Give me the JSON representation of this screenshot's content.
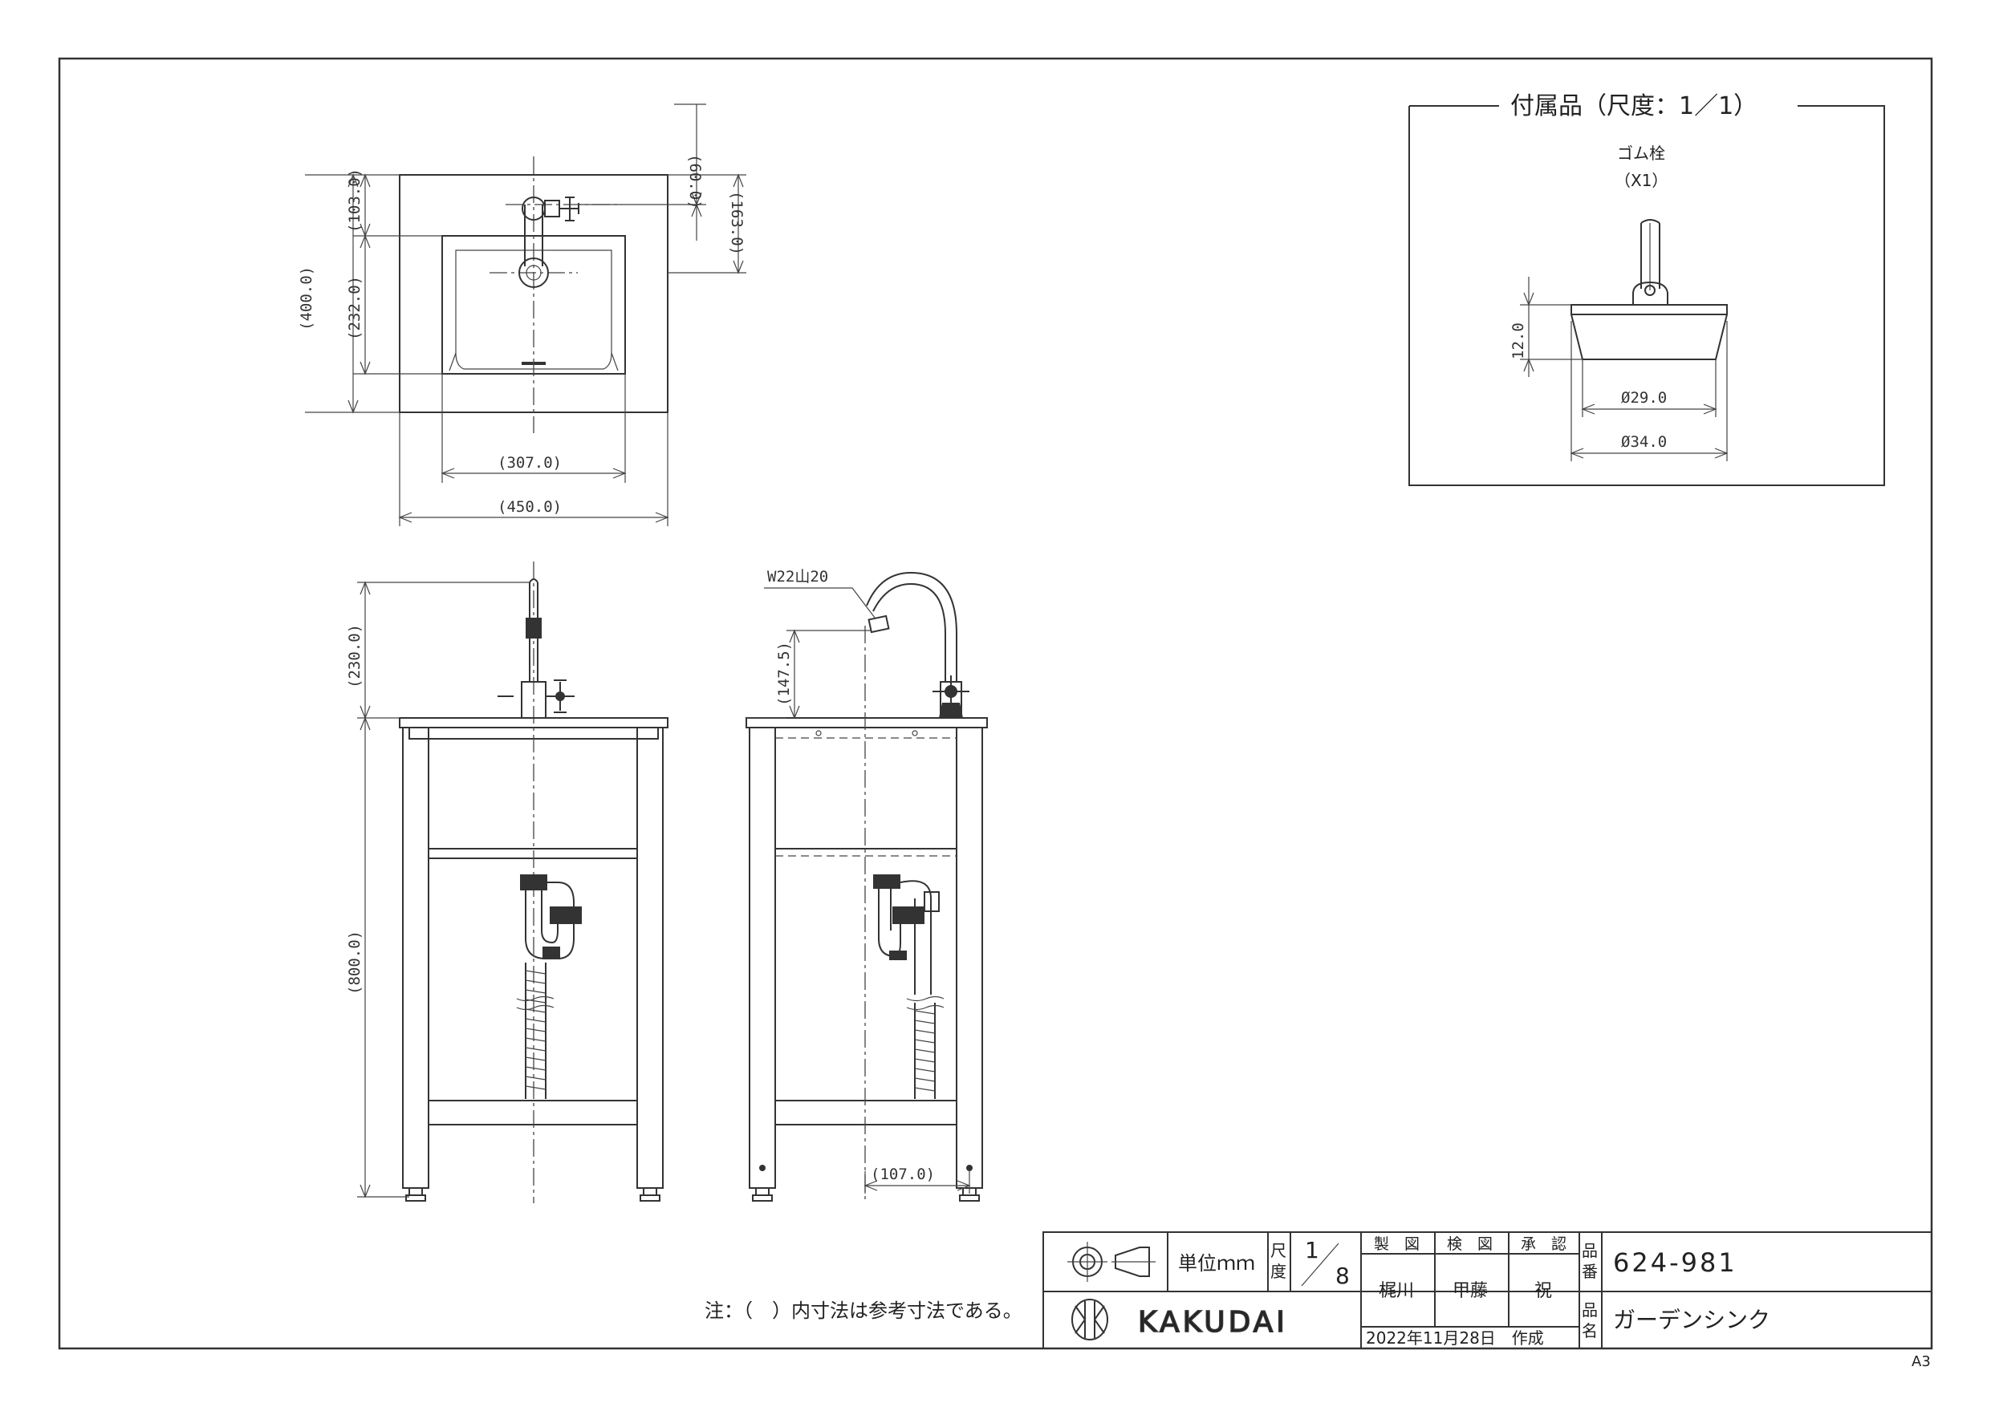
{
  "dimensions_top_view": {
    "d_60": "(60.0)",
    "d_103": "(103.0)",
    "d_163": "(163.0)",
    "d_400": "(400.0)",
    "d_232": "(232.0)",
    "d_307": "(307.0)",
    "d_450": "(450.0)"
  },
  "dimensions_front_view": {
    "d_230": "(230.0)",
    "d_800": "(800.0)"
  },
  "dimensions_side_view": {
    "thread": "W22山20",
    "d_147_5": "(147.5)",
    "d_107": "(107.0)"
  },
  "accessory": {
    "title": "付属品（尺度：1／1）",
    "item_name": "ゴム栓",
    "quantity": "（X1）",
    "d_12": "12.0",
    "d_29": "Ø29.0",
    "d_34": "Ø34.0"
  },
  "note": "注：（　）内寸法は参考寸法である。",
  "title_block": {
    "unit_label": "単位ｍｍ",
    "scale_label_1": "尺",
    "scale_label_2": "度",
    "scale_num": "1",
    "scale_den": "8",
    "drawn_label": "製　図",
    "checked_label": "検　図",
    "approved_label": "承　認",
    "drawn_by": "梶川",
    "checked_by": "甲藤",
    "approved_by": "祝",
    "part_no_label_1": "品",
    "part_no_label_2": "番",
    "part_no": "624-981",
    "part_name_label_1": "品",
    "part_name_label_2": "名",
    "part_name": "ガーデンシンク",
    "date": "2022年11月28日　作成",
    "brand": "KAKUDAI"
  },
  "sheet_size": "A3"
}
